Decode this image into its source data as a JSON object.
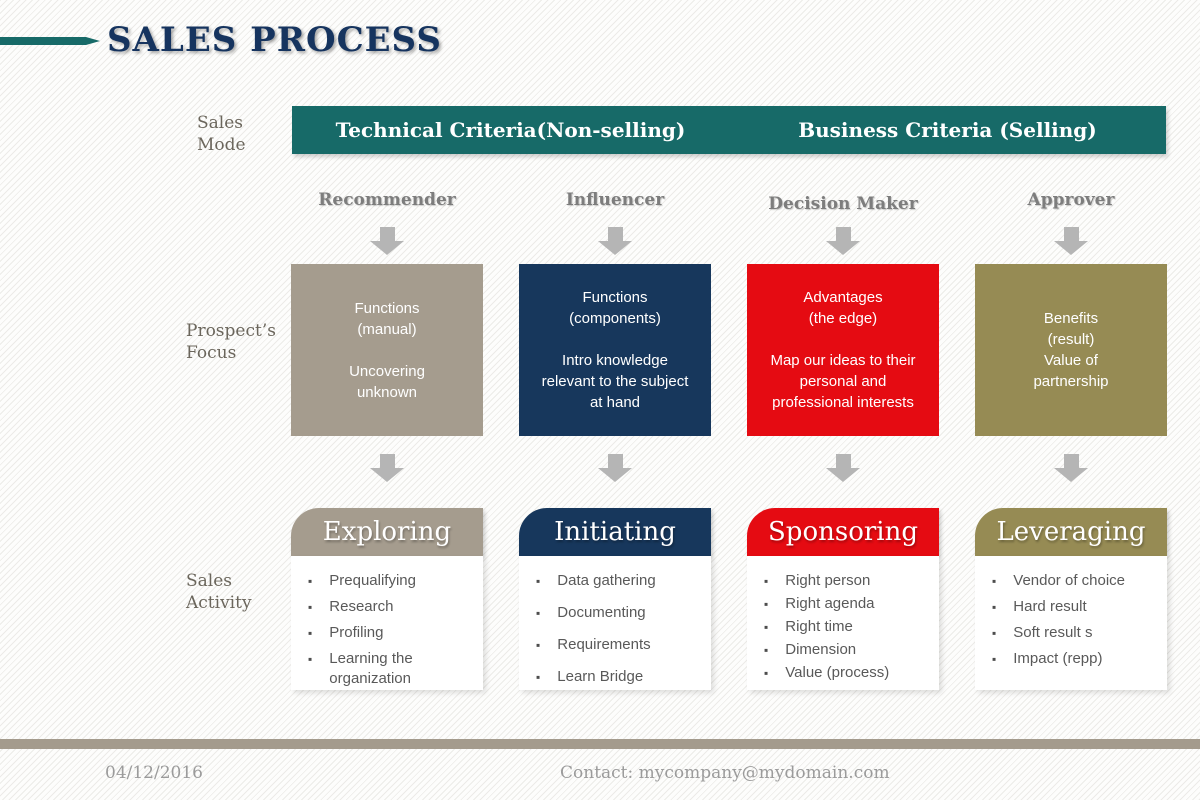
{
  "title": "SALES PROCESS",
  "mode_banner": {
    "technical": "Technical Criteria(Non-selling)",
    "business": "Business Criteria (Selling)"
  },
  "row_labels": {
    "mode": "Sales\nMode",
    "focus": "Prospect’s\nFocus",
    "activity": "Sales\nActivity"
  },
  "columns": [
    {
      "role": "Recommender",
      "accent": "#a59c8e",
      "focus": "Functions\n(manual)\n\nUncovering\nunknown",
      "stage": "Exploring",
      "activities": [
        "Prequalifying",
        "Research",
        "Profiling",
        "Learning the organization"
      ]
    },
    {
      "role": "Influencer",
      "accent": "#17375c",
      "focus": "Functions\n(components)\n\nIntro knowledge\nrelevant to the subject\nat hand",
      "stage": "Initiating",
      "activities": [
        "Data gathering",
        "Documenting",
        "Requirements",
        "Learn Bridge"
      ]
    },
    {
      "role": "Decision Maker",
      "accent": "#e50b12",
      "focus": "Advantages\n(the edge)\n\nMap our ideas to their\npersonal and\nprofessional interests",
      "stage": "Sponsoring",
      "activities": [
        "Right person",
        "Right agenda",
        "Right time",
        "Dimension",
        "Value (process)"
      ]
    },
    {
      "role": "Approver",
      "accent": "#968b54",
      "focus": "Benefits\n(result)\nValue of\npartnership",
      "stage": "Leveraging",
      "activities": [
        "Vendor of choice",
        "Hard result",
        "Soft result s",
        "Impact (repp)"
      ]
    }
  ],
  "footer": {
    "date": "04/12/2016",
    "contact": "Contact: mycompany@mydomain.com"
  },
  "colors": {
    "teal": "#176a68",
    "title_navy": "#16345f",
    "arrow_gray": "#b5b5b5",
    "footer_bar": "#a49b8d",
    "tan": "#a59c8e",
    "navy": "#17375c",
    "red": "#e50b12",
    "olive": "#968b54"
  }
}
